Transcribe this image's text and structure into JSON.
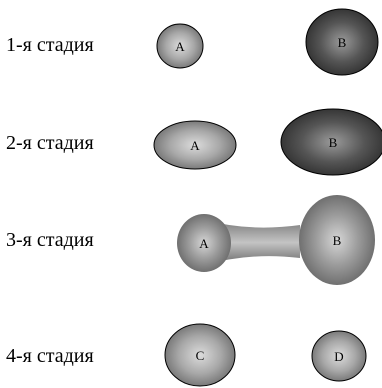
{
  "stages": [
    {
      "label": "1-я стадия",
      "left": "A",
      "right": "B"
    },
    {
      "label": "2-я стадия",
      "left": "A",
      "right": "B"
    },
    {
      "label": "3-я стадия",
      "left": "A",
      "right": "B"
    },
    {
      "label": "4-я стадия",
      "left": "C",
      "right": "D"
    }
  ]
}
